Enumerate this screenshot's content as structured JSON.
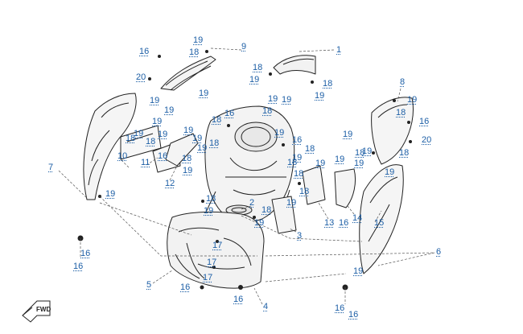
{
  "callouts": [
    {
      "id": "c1",
      "text": "1"
    },
    {
      "id": "c2",
      "text": "2"
    },
    {
      "id": "c3",
      "text": "3"
    },
    {
      "id": "c4",
      "text": "4"
    },
    {
      "id": "c5",
      "text": "5"
    },
    {
      "id": "c6",
      "text": "6"
    },
    {
      "id": "c7",
      "text": "7"
    },
    {
      "id": "c8",
      "text": "8"
    },
    {
      "id": "c9",
      "text": "9"
    },
    {
      "id": "c10",
      "text": "10"
    },
    {
      "id": "c11",
      "text": "11"
    },
    {
      "id": "c12",
      "text": "12"
    },
    {
      "id": "c13",
      "text": "13"
    },
    {
      "id": "c14",
      "text": "14"
    },
    {
      "id": "c15",
      "text": "15"
    },
    {
      "id": "c16a",
      "text": "16"
    },
    {
      "id": "c16b",
      "text": "16"
    },
    {
      "id": "c16c",
      "text": "16"
    },
    {
      "id": "c16d",
      "text": "16"
    },
    {
      "id": "c16e",
      "text": "16"
    },
    {
      "id": "c16f",
      "text": "16"
    },
    {
      "id": "c16g",
      "text": "16"
    },
    {
      "id": "c16h",
      "text": "16"
    },
    {
      "id": "c16i",
      "text": "16"
    },
    {
      "id": "c16j",
      "text": "16"
    },
    {
      "id": "c16k",
      "text": "16"
    },
    {
      "id": "c16l",
      "text": "16"
    },
    {
      "id": "c17a",
      "text": "17"
    },
    {
      "id": "c17b",
      "text": "17"
    },
    {
      "id": "c17c",
      "text": "17"
    },
    {
      "id": "c18a",
      "text": "18"
    },
    {
      "id": "c18b",
      "text": "18"
    },
    {
      "id": "c18c",
      "text": "18"
    },
    {
      "id": "c18d",
      "text": "18"
    },
    {
      "id": "c18e",
      "text": "18"
    },
    {
      "id": "c18f",
      "text": "18"
    },
    {
      "id": "c18g",
      "text": "18"
    },
    {
      "id": "c18h",
      "text": "18"
    },
    {
      "id": "c18i",
      "text": "18"
    },
    {
      "id": "c18j",
      "text": "18"
    },
    {
      "id": "c18k",
      "text": "18"
    },
    {
      "id": "c18l",
      "text": "18"
    },
    {
      "id": "c18m",
      "text": "18"
    },
    {
      "id": "c18n",
      "text": "18"
    },
    {
      "id": "c18o",
      "text": "18"
    },
    {
      "id": "c18p",
      "text": "18"
    },
    {
      "id": "c18q",
      "text": "18"
    },
    {
      "id": "c18r",
      "text": "18"
    },
    {
      "id": "c19a",
      "text": "19"
    },
    {
      "id": "c19b",
      "text": "19"
    },
    {
      "id": "c19c",
      "text": "19"
    },
    {
      "id": "c19d",
      "text": "19"
    },
    {
      "id": "c19e",
      "text": "19"
    },
    {
      "id": "c19f",
      "text": "19"
    },
    {
      "id": "c19g",
      "text": "19"
    },
    {
      "id": "c19h",
      "text": "19"
    },
    {
      "id": "c19i",
      "text": "19"
    },
    {
      "id": "c19j",
      "text": "19"
    },
    {
      "id": "c19k",
      "text": "19"
    },
    {
      "id": "c19l",
      "text": "19"
    },
    {
      "id": "c19m",
      "text": "19"
    },
    {
      "id": "c19n",
      "text": "19"
    },
    {
      "id": "c19o",
      "text": "19"
    },
    {
      "id": "c19p",
      "text": "19"
    },
    {
      "id": "c19q",
      "text": "19"
    },
    {
      "id": "c19r",
      "text": "19"
    },
    {
      "id": "c19s",
      "text": "19"
    },
    {
      "id": "c19t",
      "text": "19"
    },
    {
      "id": "c19u",
      "text": "19"
    },
    {
      "id": "c19v",
      "text": "19"
    },
    {
      "id": "c19w",
      "text": "19"
    },
    {
      "id": "c19x",
      "text": "19"
    },
    {
      "id": "c19y",
      "text": "19"
    },
    {
      "id": "c19z",
      "text": "19"
    },
    {
      "id": "c19aa",
      "text": "19"
    },
    {
      "id": "c19ab",
      "text": "19"
    },
    {
      "id": "c19ac",
      "text": "19"
    },
    {
      "id": "c20a",
      "text": "20"
    },
    {
      "id": "c20b",
      "text": "20"
    }
  ],
  "direction_marker": {
    "text": "FWD",
    "icon": "forward-arrow-icon"
  },
  "colors": {
    "callout": "#1d5fa6",
    "linework": "#222222",
    "leader": "#555555"
  }
}
